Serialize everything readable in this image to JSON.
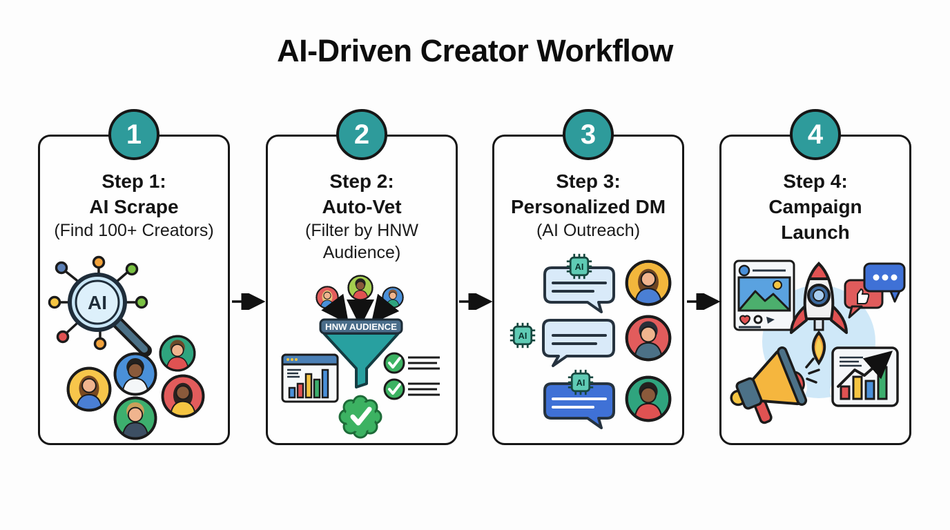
{
  "title": "AI-Driven Creator Workflow",
  "steps": [
    {
      "number": "1",
      "heading": "Step 1:",
      "name": "AI Scrape",
      "subtitle": "(Find 100+ Creators)"
    },
    {
      "number": "2",
      "heading": "Step 2:",
      "name": "Auto-Vet",
      "subtitle": "(Filter by HNW Audience)",
      "funnel_label": "HNW AUDIENCE"
    },
    {
      "number": "3",
      "heading": "Step 3:",
      "name": "Personalized DM",
      "subtitle": "(AI Outreach)"
    },
    {
      "number": "4",
      "heading": "Step 4:",
      "name": "Campaign Launch",
      "subtitle": ""
    }
  ],
  "labels": {
    "ai": "AI"
  },
  "colors": {
    "badge_teal": "#2E9B9B",
    "funnel_teal": "#28A0A0",
    "funnel_banner_blue": "#4A6D8A",
    "outline_black": "#161616",
    "bubble_light_blue": "#D9EAF9",
    "bubble_dark_blue": "#3F71D6",
    "chip_green": "#5FCBB4",
    "check_green": "#3CB262"
  }
}
